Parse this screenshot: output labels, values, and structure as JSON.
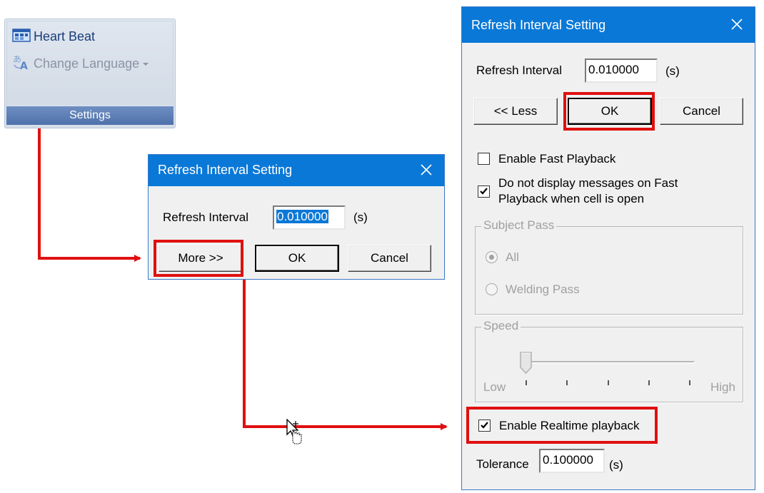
{
  "ribbon": {
    "heart_beat": "Heart Beat",
    "change_language": "Change Language",
    "group_label": "Settings"
  },
  "dialog_small": {
    "title": "Refresh Interval Setting",
    "refresh_label": "Refresh Interval",
    "refresh_value": "0.010000",
    "unit": "(s)",
    "more_button": "More >>",
    "ok_button": "OK",
    "cancel_button": "Cancel"
  },
  "dialog_large": {
    "title": "Refresh Interval Setting",
    "refresh_label": "Refresh Interval",
    "refresh_value": "0.010000",
    "unit": "(s)",
    "less_button": "<< Less",
    "ok_button": "OK",
    "cancel_button": "Cancel",
    "fast_playback_label": "Enable Fast Playback",
    "fast_playback_checked": false,
    "no_messages_line1": "Do not display messages on Fast",
    "no_messages_line2": "Playback when cell is open",
    "no_messages_checked": true,
    "subject_pass_label": "Subject Pass",
    "radio_all": "All",
    "radio_welding": "Welding Pass",
    "speed_label": "Speed",
    "speed_low": "Low",
    "speed_high": "High",
    "realtime_label": "Enable Realtime playback",
    "realtime_checked": true,
    "tolerance_label": "Tolerance",
    "tolerance_value": "0.100000",
    "tolerance_unit": "(s)"
  },
  "colors": {
    "titlebar": "#0a78d7",
    "highlight": "#e01010",
    "arrow": "#e01010"
  }
}
